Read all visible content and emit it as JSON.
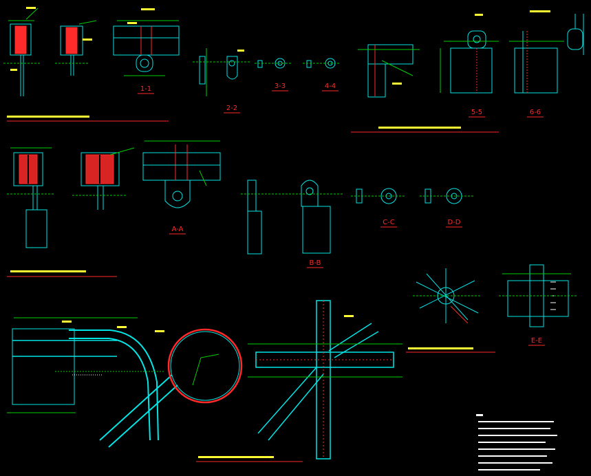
{
  "colors": {
    "background": "#000000",
    "steel": "#00e5e5",
    "dimension": "#00d000",
    "weld": "#ff2a2a",
    "text": "#ffff33",
    "white": "#ffffff",
    "magenta": "#d040d0"
  },
  "sections": {
    "s1": "1-1",
    "s2": "2-2",
    "s3": "3-3",
    "s4": "4-4",
    "s5": "5-5",
    "s6": "6-6",
    "sA": "A-A",
    "sB": "B-B",
    "sC": "C-C",
    "sD": "D-D",
    "sE": "E-E"
  }
}
